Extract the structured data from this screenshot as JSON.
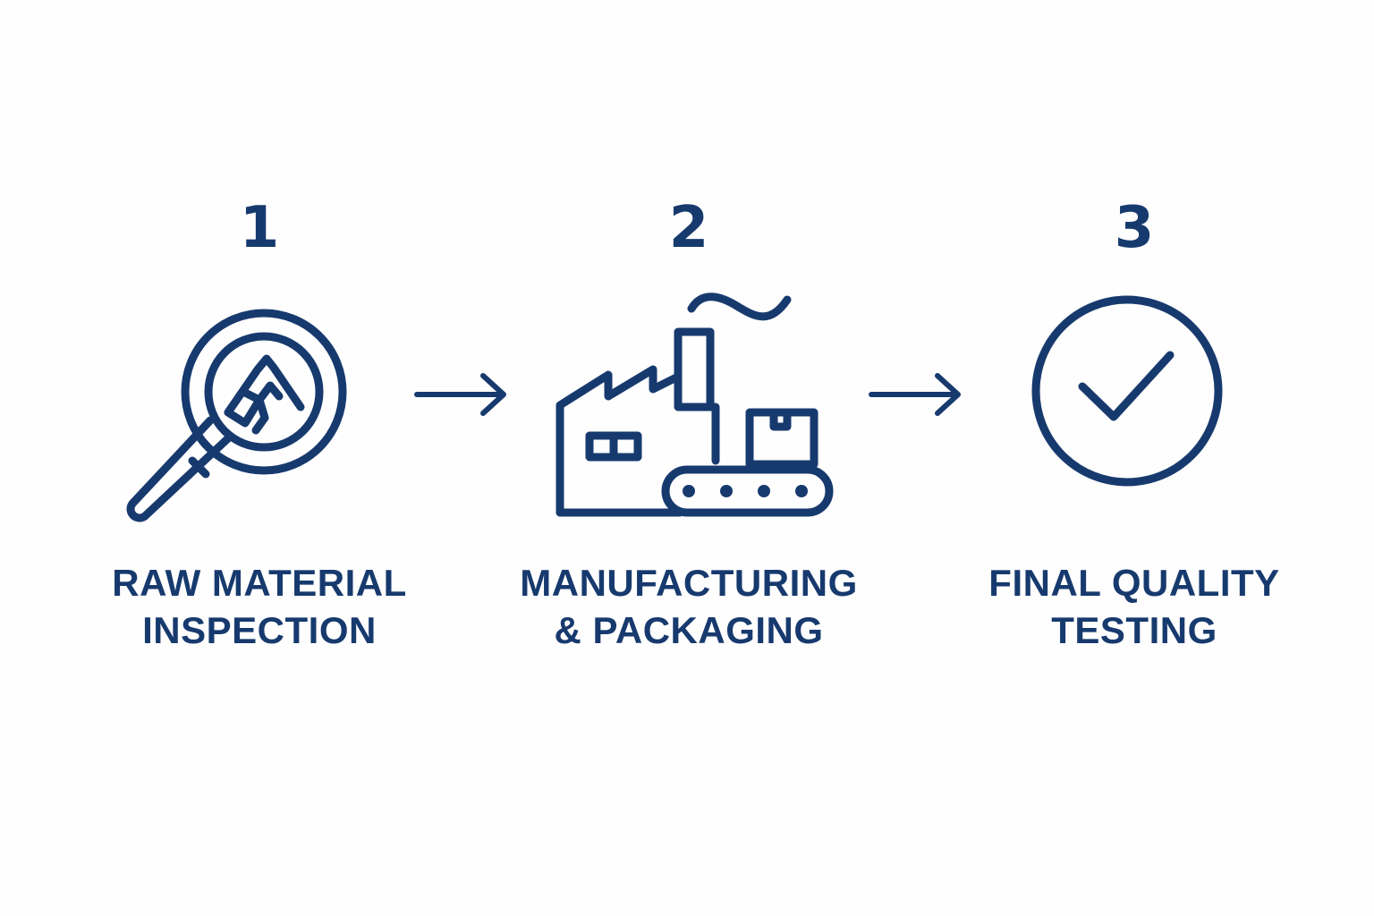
{
  "colors": {
    "primary": "#173a6e",
    "background": "#fefefe"
  },
  "steps": [
    {
      "number": "1",
      "icon": "magnifying-glass-mineral-icon",
      "label_line1": "RAW MATERIAL",
      "label_line2": "INSPECTION"
    },
    {
      "number": "2",
      "icon": "factory-conveyor-icon",
      "label_line1": "MANUFACTURING",
      "label_line2": "& PACKAGING"
    },
    {
      "number": "3",
      "icon": "check-circle-icon",
      "label_line1": "FINAL QUALITY",
      "label_line2": "TESTING"
    }
  ],
  "connectors": [
    {
      "icon": "arrow-right-icon",
      "from": "1",
      "to": "2"
    },
    {
      "icon": "arrow-right-icon",
      "from": "2",
      "to": "3"
    }
  ]
}
